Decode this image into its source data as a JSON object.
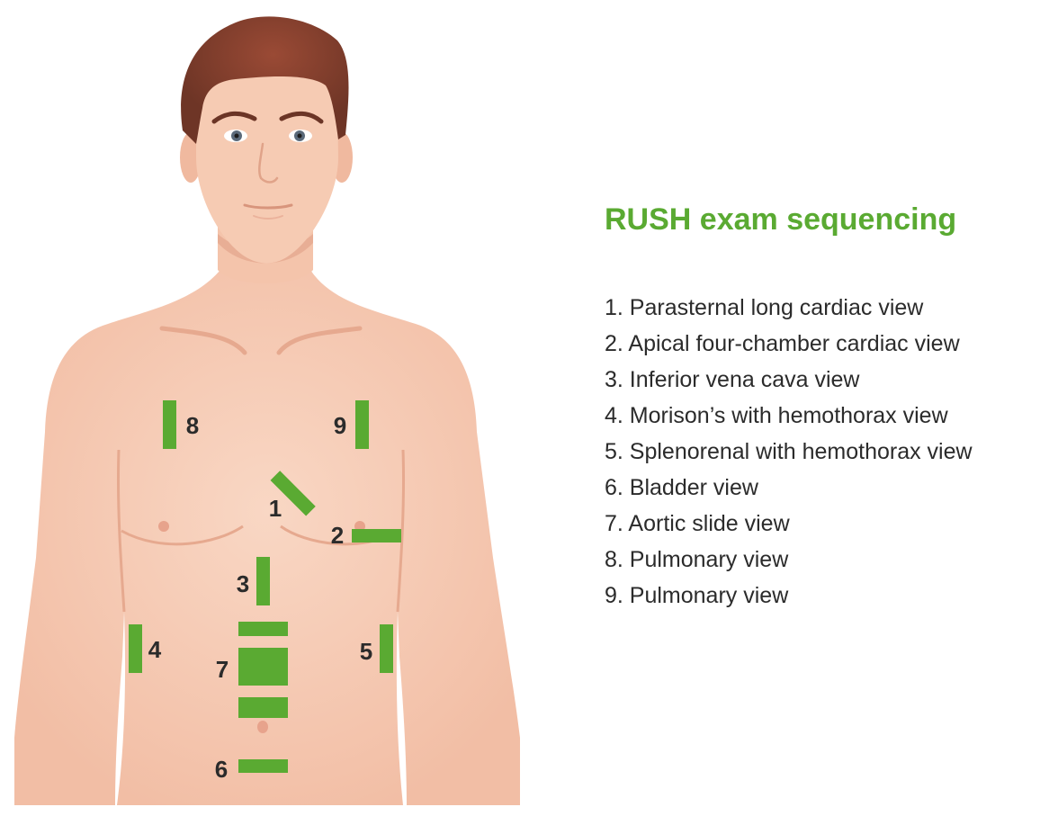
{
  "colors": {
    "accent": "#5aaa32",
    "probe": "#5aaa32",
    "skin": "#f5c9b1",
    "skin_shadow": "#e8ac94",
    "hair": "#7a3b2a",
    "text": "#2b2b2b"
  },
  "figure": {
    "icon": "human-torso-illustration",
    "probes": [
      {
        "id": "1",
        "label": "1"
      },
      {
        "id": "2",
        "label": "2"
      },
      {
        "id": "3",
        "label": "3"
      },
      {
        "id": "4",
        "label": "4"
      },
      {
        "id": "5",
        "label": "5"
      },
      {
        "id": "6",
        "label": "6"
      },
      {
        "id": "7",
        "label": "7"
      },
      {
        "id": "8",
        "label": "8"
      },
      {
        "id": "9",
        "label": "9"
      }
    ]
  },
  "legend": {
    "title": "RUSH exam sequencing",
    "items": [
      "1. Parasternal long cardiac view",
      "2. Apical four-chamber cardiac view",
      "3. Inferior vena cava view",
      "4. Morison’s with hemothorax view",
      "5. Splenorenal with hemothorax view",
      "6. Bladder view",
      "7. Aortic slide view",
      "8. Pulmonary view",
      "9. Pulmonary view"
    ]
  }
}
